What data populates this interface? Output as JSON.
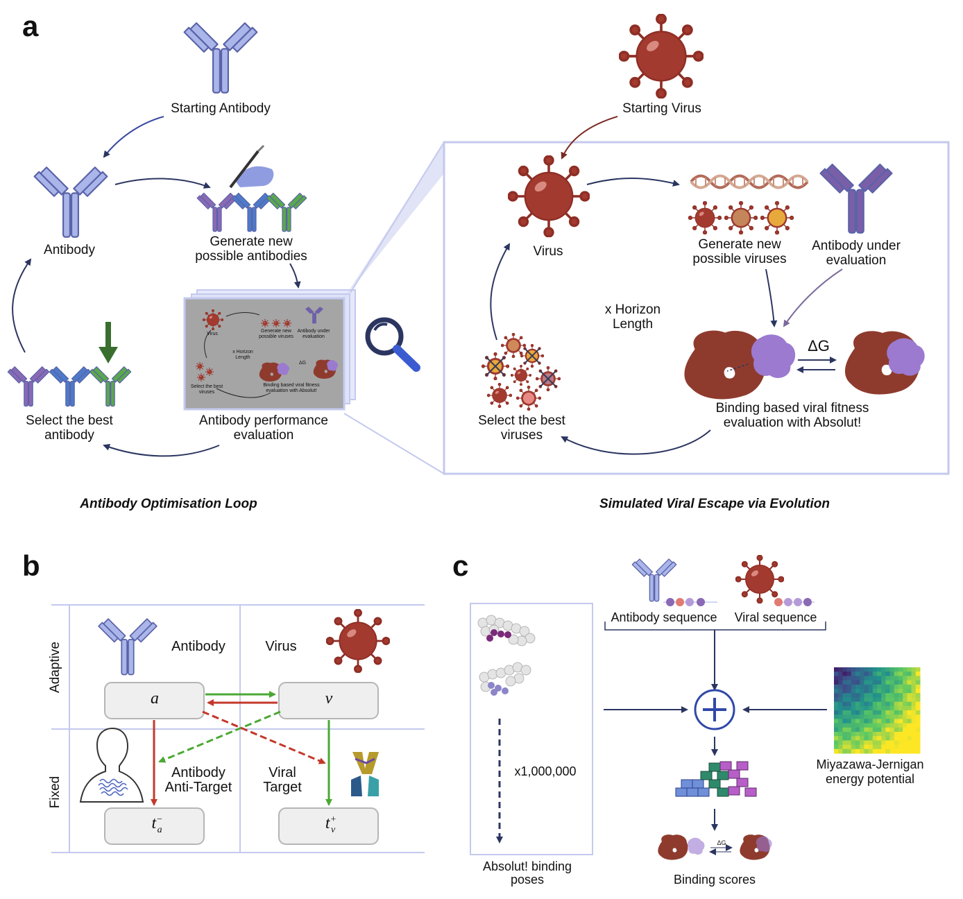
{
  "panels": {
    "a": "a",
    "b": "b",
    "c": "c"
  },
  "a": {
    "starting_antibody": "Starting Antibody",
    "antibody": "Antibody",
    "generate_antibodies": [
      "Generate new",
      "possible antibodies"
    ],
    "select_best_antibody": [
      "Select the best",
      "antibody"
    ],
    "performance_eval": [
      "Antibody performance",
      "evaluation"
    ],
    "starting_virus": "Starting Virus",
    "virus": "Virus",
    "generate_viruses": [
      "Generate new",
      "possible viruses"
    ],
    "antibody_under_eval": [
      "Antibody under",
      "evaluation"
    ],
    "horizon": [
      "x Horizon",
      "Length"
    ],
    "delta_g": "ΔG",
    "binding_fitness": [
      "Binding based viral fitness",
      "evaluation with Absolut!"
    ],
    "select_best_viruses": [
      "Select the best",
      "viruses"
    ],
    "caption_left": "Antibody Optimisation Loop",
    "caption_right": "Simulated Viral Escape via Evolution"
  },
  "b": {
    "adaptive": "Adaptive",
    "fixed": "Fixed",
    "antibody": "Antibody",
    "virus": "Virus",
    "node_a": "a",
    "node_v": "v",
    "node_ta": {
      "base": "t",
      "sup": "−",
      "sub": "a"
    },
    "node_tv": {
      "base": "t",
      "sup": "+",
      "sub": "v"
    },
    "anti_target": [
      "Antibody",
      "Anti-Target"
    ],
    "viral_target": [
      "Viral",
      "Target"
    ]
  },
  "c": {
    "antibody_sequence": "Antibody sequence",
    "viral_sequence": "Viral sequence",
    "multiplier": "x1,000,000",
    "absolut_poses": [
      "Absolut! binding",
      "poses"
    ],
    "mj_potential": [
      "Miyazawa-Jernigan",
      "energy potential"
    ],
    "binding_scores": "Binding scores",
    "delta_g": "ΔG"
  },
  "colors": {
    "antibody_blue": "#aab6ea",
    "virus_red": "#a33a2f",
    "arrow_navy": "#2b3560",
    "green": "#4aa832",
    "red_arrow": "#c4382b",
    "frame": "#c4c9ee"
  }
}
